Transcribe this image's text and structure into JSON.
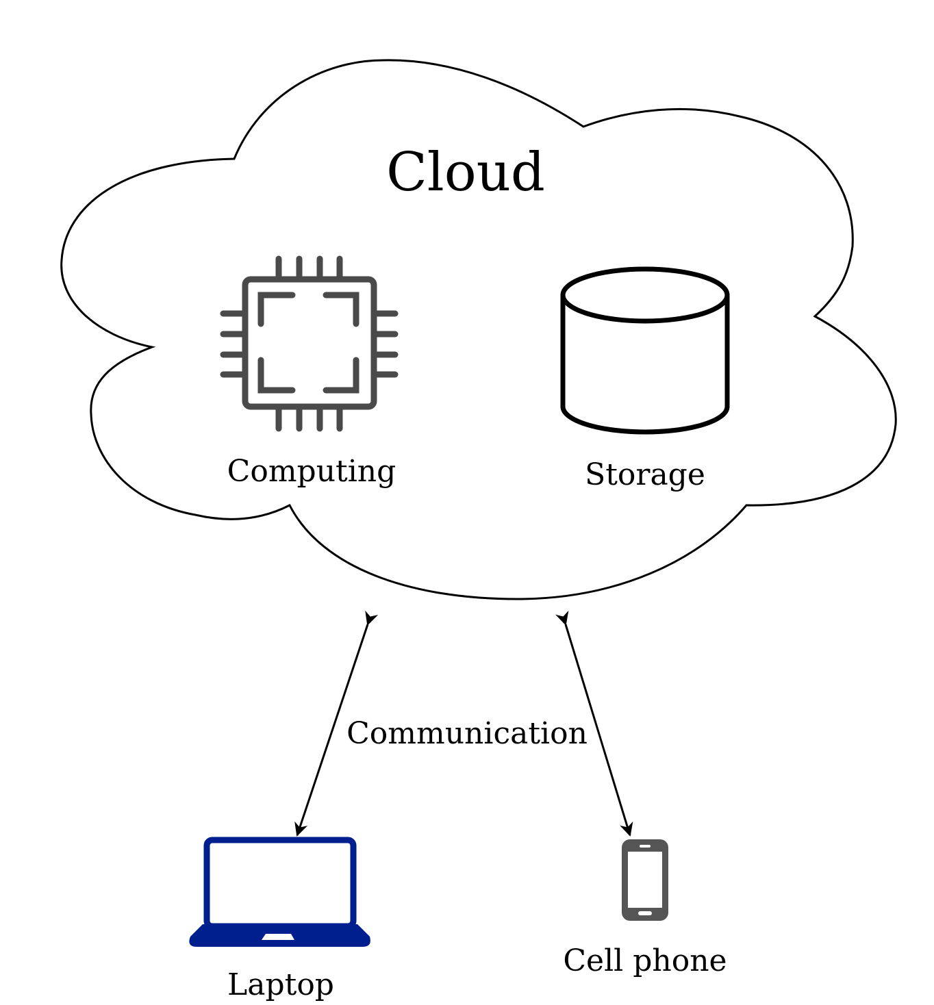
{
  "cloud": {
    "title": "Cloud",
    "components": {
      "computing": {
        "label": "Computing",
        "icon": "cpu-chip-icon"
      },
      "storage": {
        "label": "Storage",
        "icon": "database-cylinder-icon"
      }
    }
  },
  "link": {
    "label": "Communication"
  },
  "devices": {
    "laptop": {
      "label": "Laptop",
      "icon": "laptop-icon"
    },
    "phone": {
      "label": "Cell phone",
      "icon": "cell-phone-icon"
    }
  },
  "colors": {
    "outline": "#000000",
    "chip": "#4a4a4a",
    "laptop": "#001f8f",
    "phone": "#555555"
  }
}
